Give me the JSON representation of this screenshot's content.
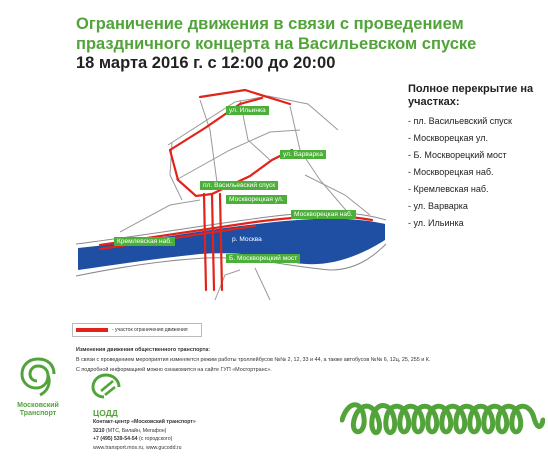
{
  "header": {
    "title": "Ограничение движения в связи с проведением праздничного концерта на Васильевском спуске",
    "subtitle": "18 марта 2016 г. с 12:00 до 20:00"
  },
  "map": {
    "labels": {
      "ilyinka": "ул. Ильинка",
      "varvarka": "ул. Варварка",
      "vasilyevsky": "пл. Васильевский спуск",
      "moskvoretskaya_ul": "Москворецкая ул.",
      "moskvoretskaya_nab": "Москворецкая наб.",
      "kremlevskaya": "Кремлевская наб.",
      "river": "р. Москва",
      "bridge": "Б. Москворецкий мост"
    },
    "colors": {
      "river": "#1e4fa3",
      "closure": "#e2231a",
      "label_bg": "#4caf3a",
      "street": "#9a9a9a"
    }
  },
  "closures": {
    "heading": "Полное перекрытие на участках:",
    "items": [
      "пл. Васильевский спуск",
      "Москворецкая ул.",
      "Б. Москворецкий мост",
      "Москворецкая наб.",
      "Кремлевская наб.",
      "ул. Варварка",
      "ул. Ильинка"
    ]
  },
  "legend": {
    "text": "- участок ограничения движения"
  },
  "transport": {
    "heading": "Изменения движения общественного транспорта:",
    "line1": "В связи с проведением мероприятия изменяется режим работы троллейбусов №№ 2, 12, 33 и 44, а также автобусов №№ 6, 12ц, 25, 255 и К.",
    "line2": "С подробной информацией можно ознакомится на сайте ГУП «Мосгортранс»."
  },
  "logos": {
    "mt_name_1": "Московский",
    "mt_name_2": "Транспорт",
    "codd": "ЦОДД"
  },
  "contacts": {
    "center": "Контакт-центр «Московский транспорт»",
    "short_number": "3210",
    "short_operators": "(МТС, Билайн, Мегафон)",
    "phone": "+7 (495) 539-54-54",
    "phone_note": "(с городского)",
    "sites": "www.transport.mos.ru, www.gucodd.ru"
  }
}
